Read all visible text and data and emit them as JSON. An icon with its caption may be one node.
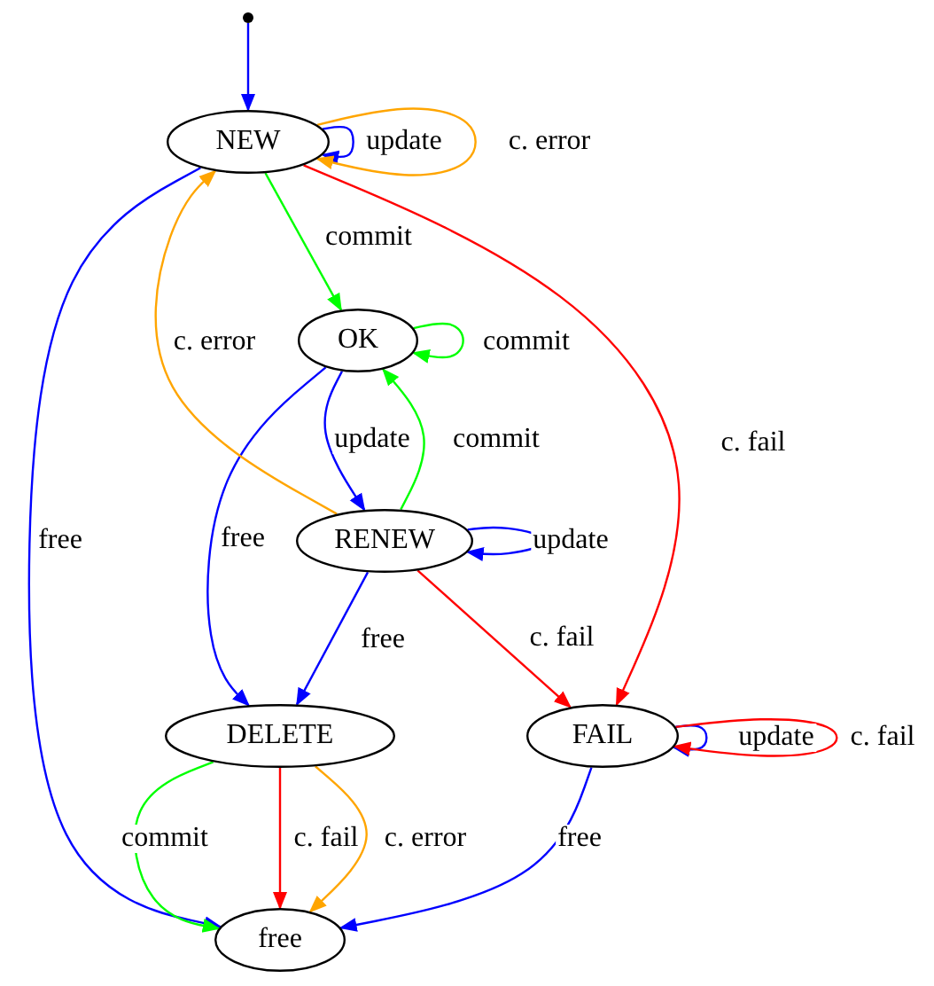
{
  "diagram": {
    "nodes": [
      {
        "text": [],
        "shape": "circle"
      },
      {
        "text": [
          "NEW"
        ]
      },
      {
        "text": [
          "OK"
        ]
      },
      {
        "text": [
          "RENEW"
        ]
      },
      {
        "text": [
          "DELETE"
        ]
      },
      {
        "text": [
          "FAIL"
        ]
      },
      {
        "text": [
          "free"
        ]
      }
    ],
    "edges": [
      {
        "from": 0,
        "to": 1,
        "arrow": "to",
        "color": "#0000ff"
      },
      {
        "from": 1,
        "to": 1,
        "arrow": "to",
        "label": "update",
        "color": "#0000ff"
      },
      {
        "from": 1,
        "to": 1,
        "arrow": "to",
        "label": "c. error",
        "color": "#ffa500"
      },
      {
        "from": 1,
        "to": 2,
        "arrow": "to",
        "label": "commit",
        "color": "#00ff00"
      },
      {
        "from": 1,
        "to": 5,
        "arrow": "to",
        "label": "c. fail",
        "color": "#ff0000"
      },
      {
        "from": 1,
        "to": 6,
        "arrow": "to",
        "label": "free",
        "color": "#0000ff"
      },
      {
        "from": 2,
        "to": 2,
        "arrow": "to",
        "label": "commit",
        "color": "#00ff00"
      },
      {
        "from": 2,
        "to": 3,
        "arrow": "to",
        "label": "update",
        "color": "#0000ff"
      },
      {
        "from": 2,
        "to": 4,
        "arrow": "to",
        "label": "free",
        "color": "#0000ff"
      },
      {
        "from": 3,
        "to": 2,
        "arrow": "to",
        "label": "commit",
        "color": "#00ff00"
      },
      {
        "from": 3,
        "to": 1,
        "arrow": "to",
        "label": "c. error",
        "color": "#ffa500"
      },
      {
        "from": 3,
        "to": 3,
        "arrow": "to",
        "label": "update",
        "color": "#0000ff"
      },
      {
        "from": 3,
        "to": 4,
        "arrow": "to",
        "label": "free",
        "color": "#0000ff"
      },
      {
        "from": 3,
        "to": 5,
        "arrow": "to",
        "label": "c. fail",
        "color": "#ff0000"
      },
      {
        "from": 4,
        "to": 6,
        "arrow": "to",
        "label": "commit",
        "color": "#00ff00"
      },
      {
        "from": 4,
        "to": 6,
        "arrow": "to",
        "label": "c. fail",
        "color": "#ff0000"
      },
      {
        "from": 4,
        "to": 6,
        "arrow": "to",
        "label": "c. error",
        "color": "#ffa500"
      },
      {
        "from": 5,
        "to": 5,
        "arrow": "to",
        "label": "update",
        "color": "#0000ff"
      },
      {
        "from": 5,
        "to": 5,
        "arrow": "to",
        "label": "c. fail",
        "color": "#ff0000"
      },
      {
        "from": 5,
        "to": 6,
        "arrow": "to",
        "label": "free",
        "color": "#0000ff"
      }
    ]
  }
}
